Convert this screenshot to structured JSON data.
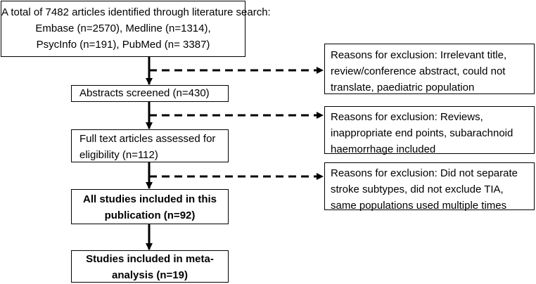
{
  "flow": {
    "search": {
      "lines": [
        "A total of 7482 articles identified through literature search:",
        "Embase (n=2570), Medline (n=1314),",
        "PsycInfo (n=191), PubMed (n= 3387)"
      ]
    },
    "abstracts": {
      "lines": [
        "Abstracts screened (n=430)"
      ]
    },
    "fulltext": {
      "lines": [
        "Full text articles assessed for",
        "eligibility (n=112)"
      ]
    },
    "all_studies": {
      "lines": [
        "All studies included in this",
        "publication (n=92)"
      ]
    },
    "meta": {
      "lines": [
        "Studies included in meta-",
        "analysis (n=19)"
      ]
    }
  },
  "exclusions": [
    {
      "lines": [
        "Reasons for exclusion: Irrelevant title,",
        "review/conference abstract, could not",
        "translate, paediatric population"
      ]
    },
    {
      "lines": [
        "Reasons for exclusion: Reviews,",
        "inappropriate end points, subarachnoid",
        "haemorrhage included"
      ]
    },
    {
      "lines": [
        "Reasons for exclusion: Did not separate",
        "stroke subtypes, did not exclude TIA,",
        "same populations used multiple times"
      ]
    }
  ]
}
